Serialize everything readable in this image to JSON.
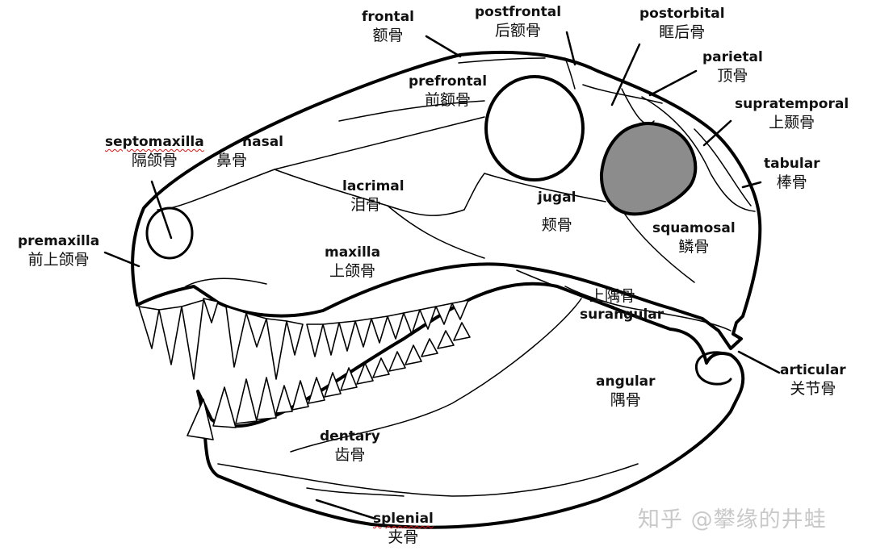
{
  "labels": {
    "frontal": {
      "en": "frontal",
      "zh": "额骨"
    },
    "postfrontal": {
      "en": "postfrontal",
      "zh": "后额骨"
    },
    "postorbital": {
      "en": "postorbital",
      "zh": "眶后骨"
    },
    "parietal": {
      "en": "parietal",
      "zh": "顶骨"
    },
    "supratemporal": {
      "en": "supratemporal",
      "zh": "上颞骨"
    },
    "tabular": {
      "en": "tabular",
      "zh": "棒骨"
    },
    "prefrontal": {
      "en": "prefrontal",
      "zh": "前额骨"
    },
    "nasal": {
      "en": "nasal",
      "zh": "鼻骨"
    },
    "septomaxilla": {
      "en": "septomaxilla",
      "zh": "隔颌骨"
    },
    "lacrimal": {
      "en": "lacrimal",
      "zh": "泪骨"
    },
    "jugal": {
      "en": "jugal",
      "zh": "颊骨"
    },
    "squamosal": {
      "en": "squamosal",
      "zh": "鳞骨"
    },
    "premaxilla": {
      "en": "premaxilla",
      "zh": "前上颌骨"
    },
    "maxilla": {
      "en": "maxilla",
      "zh": "上颌骨"
    },
    "surangular": {
      "en": "surangular",
      "zh": "上隅骨"
    },
    "articular": {
      "en": "articular",
      "zh": "关节骨"
    },
    "angular": {
      "en": "angular",
      "zh": "隅骨"
    },
    "dentary": {
      "en": "dentary",
      "zh": "齿骨"
    },
    "splenial": {
      "en": "splenial",
      "zh": "夹骨"
    }
  },
  "watermark": "知乎 @攀缘的井蛙",
  "colors": {
    "temporal_fenestra": "#8c8c8c",
    "outline": "#000000"
  }
}
